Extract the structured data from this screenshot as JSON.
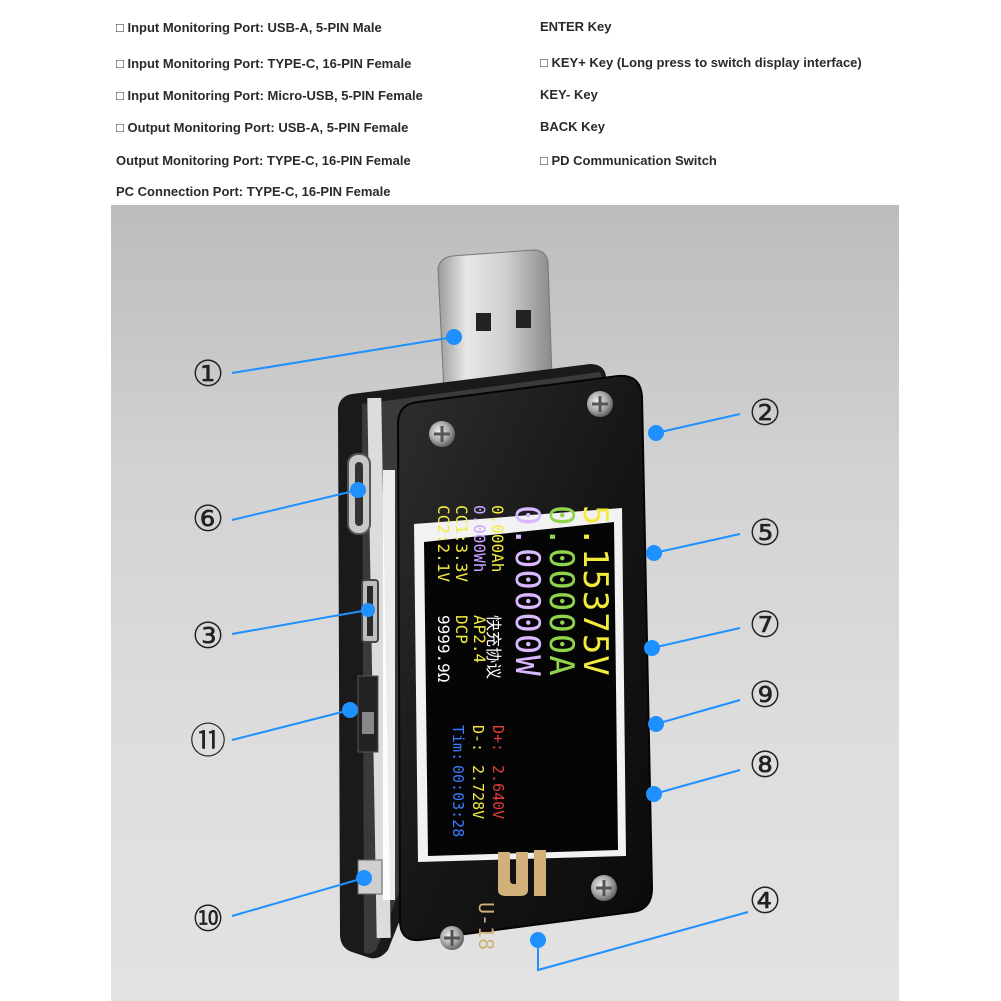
{
  "legend": {
    "left": [
      "□ Input Monitoring Port: USB-A, 5-PIN Male",
      "□ Input Monitoring Port: TYPE-C, 16-PIN Female",
      "□ Input Monitoring Port: Micro-USB, 5-PIN Female",
      "□ Output Monitoring Port: USB-A, 5-PIN Female",
      "Output Monitoring Port: TYPE-C, 16-PIN Female",
      "PC Connection Port: TYPE-C, 16-PIN Female"
    ],
    "right": [
      "ENTER Key",
      "□ KEY+ Key (Long press to switch display interface)",
      "KEY- Key",
      "BACK Key",
      "□ PD Communication Switch"
    ]
  },
  "markers": [
    "①",
    "②",
    "③",
    "④",
    "⑤",
    "⑥",
    "⑦",
    "⑧",
    "⑨",
    "⑩",
    "⑪"
  ],
  "screen": {
    "voltage": "5.15375V",
    "current": "0.00000A",
    "power": "0.00000W",
    "capacity": "0.000Ah",
    "energy": "0.000Wh",
    "cc1": "CC1:3.3V",
    "cc2": "CC2:2.1V",
    "resistance": "9999.9Ω",
    "dplus_label": "D+:",
    "dplus_value": "2.640V",
    "dminus_label": "D-:",
    "dminus_value": "2.728V",
    "time_label": "Tim:",
    "time_value": "00:03:28",
    "protocol_label": "快充协议",
    "protocol_1": "AP2.4",
    "protocol_2": "DCP"
  },
  "brand": {
    "model": "U-18"
  },
  "colors": {
    "voltage": "#f2ea3c",
    "current": "#8fd44a",
    "power": "#d9b8ff",
    "capacity": "#f2ea3c",
    "energy": "#c8a6ff",
    "cc": "#f2ea3c",
    "resistance": "#ffffff",
    "dplus": "#e23b3b",
    "dminus": "#f2ea3c",
    "time": "#3b7bff",
    "protocol": "#ffffff",
    "protocol_values": "#f2ea3c",
    "pointer": "#1e90ff"
  }
}
